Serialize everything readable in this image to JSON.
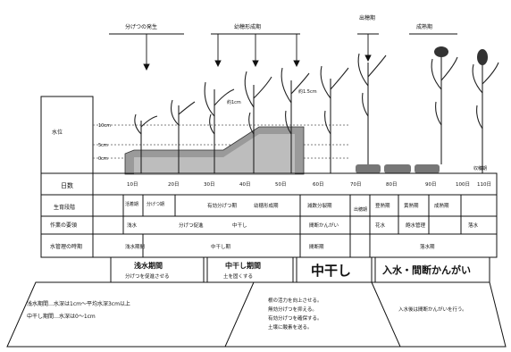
{
  "top_labels": {
    "tillering": "分げつの発生",
    "panicle_init": "幼穂形成期",
    "heading": "出穂期",
    "maturity": "成熟期"
  },
  "y_labels": {
    "axis": "水位",
    "v1": "10cm",
    "v2": "5cm",
    "v3": "0cm"
  },
  "plant_notes": {
    "leaf1": "約1cm",
    "leaf2": "約1.5cm"
  },
  "day_row": {
    "label": "日数",
    "values": [
      "10日",
      "20日",
      "30日",
      "40日",
      "50日",
      "60日",
      "70日",
      "80日",
      "90日",
      "100日",
      "110日"
    ],
    "harvest": "収穫期"
  },
  "rows": {
    "stage": {
      "label": "生育段階",
      "cells": [
        "活着期",
        "分げつ期",
        "有効分げつ期",
        "幼穂形成期",
        "減数分裂期",
        "出穂期",
        "登熟期",
        "黄熟期",
        "成熟期"
      ]
    },
    "work": {
      "label": "作業の要領",
      "cells": [
        "浅水",
        "分げつ促進",
        "中干し",
        "間断かんがい",
        "花水",
        "飽水管理",
        "落水"
      ]
    },
    "water": {
      "label": "水管理の時期",
      "cells": [
        "浅水期間",
        "中干し期",
        "間断期",
        "落水期"
      ]
    }
  },
  "periods": {
    "p1_title": "浅水期間",
    "p1_sub": "分げつを促進させる",
    "p2_title": "中干し期間",
    "p2_sub": "土を固くする",
    "p3_title": "中干し",
    "p4_title": "入水・間断かんがい"
  },
  "notes": {
    "n1": "浅水期間…水深は1cm～平均水深3cm以上",
    "n2": "中干し期間…水深は0～1cm",
    "n3": "根の活力を向上させる。",
    "n4": "無効分げつを抑える。",
    "n5": "有効分げつを確保する。",
    "n6": "土壌に酸素を送る。",
    "n7": "入水後は間断かんがいを行う。"
  }
}
